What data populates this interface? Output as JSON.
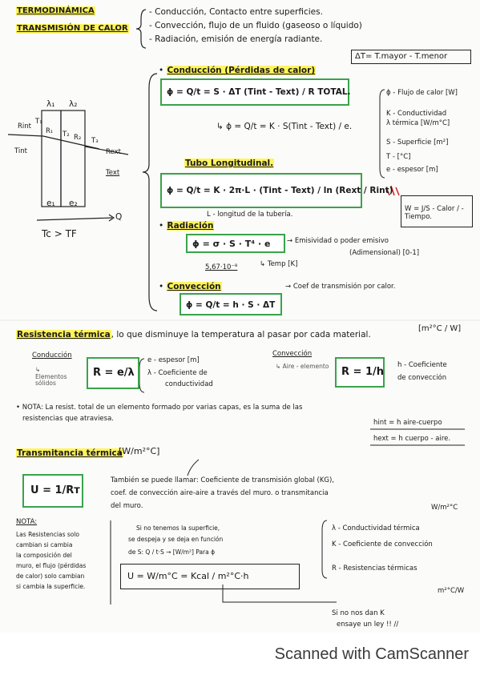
{
  "header": {
    "title1": "TERMODINÁMICA",
    "title2": "TRANSMISIÓN DE CALOR",
    "modes": [
      "- Conducción, Contacto entre superficies.",
      "- Convección, flujo de un fluido (gaseoso o líquido)",
      "- Radiación, emisión de energía radiante."
    ],
    "delta_t": "ΔT= T.mayor - T.menor"
  },
  "diagram": {
    "lambda1": "λ₁",
    "lambda2": "λ₂",
    "rint": "Rint",
    "t1": "T₁",
    "r1": "R₁",
    "t2": "T₂",
    "r2": "R₂",
    "t3": "T₃",
    "rext": "Rext",
    "tint": "Tint",
    "text": "Text",
    "e1": "e₁",
    "e2": "e₂",
    "q": "Q",
    "tc_tf": "Tc > TF"
  },
  "conduccion": {
    "heading": "Conducción (Pérdidas de calor)",
    "formula": "ϕ = Q/t = S · ΔT (Tint - Text) / R TOTAL.",
    "formula2": "↳ ϕ = Q/t = K · S(Tint - Text) / e.",
    "legend": [
      "ϕ - Flujo de calor [W]",
      "K - Conductividad",
      "λ térmica [W/m°C]",
      "S - Superficie [m²]",
      "T - [°C]",
      "e - espesor [m]"
    ],
    "tubo_heading": "Tubo Longitudinal.",
    "tubo_formula": "ϕ = Q/t = K · 2π·L · (Tint - Text) / ln (Rext / Rint)",
    "tubo_note": "L - longitud de la tubería.",
    "watt_box": "W = J/S - Calor / - Tiempo."
  },
  "radiacion": {
    "heading": "Radiación",
    "formula": "ϕ = σ · S · T⁴ · e",
    "emisividad": "→ Emisividad o poder emisivo",
    "emis_range": "(Adimensional) [0-1]",
    "sigma_value": "5,67·10⁻⁸",
    "temp_note": "↳ Temp [K]"
  },
  "conveccion": {
    "heading": "Convección",
    "formula": "ϕ = Q/t = h · S · ΔT",
    "note": "→ Coef de transmisión por calor."
  },
  "resistencia": {
    "heading": "Resistencia térmica",
    "desc": ", lo que disminuye la temperatura al pasar por cada material.",
    "unit": "[m²°C / W]",
    "cond_label": "Conducción",
    "cond_sub": "↳ Elementos sólidos",
    "cond_formula": "R = e/λ",
    "cond_legend": [
      "e - espesor [m]",
      "λ - Coeficiente de",
      "conductividad"
    ],
    "conv_label": "Convección",
    "conv_sub": "↳ Aire - elemento",
    "conv_formula": "R = 1/h",
    "conv_legend": [
      "h - Coeficiente",
      "de convección"
    ],
    "nota": "• NOTA: La resist. total de un elemento formado por varias capas, es la suma de las",
    "nota2": "resistencias que atraviesa.",
    "hint": "hint = h aire-cuerpo",
    "hext": "hext = h cuerpo - aire."
  },
  "transmitancia": {
    "heading": "Transmitancia térmica",
    "unit": "[W/m²°C]",
    "formula": "U = 1/Rт",
    "desc1": "También se puede llamar: Coeficiente de transmisión global (KG),",
    "desc2": "coef. de convección aire-aire a través del muro. o transmitancia",
    "desc3": "del muro.",
    "unit_right": "W/m²°C",
    "nota_heading": "NOTA:",
    "nota_lines": [
      "Las Resistencias solo",
      "cambian si cambia",
      "la composición del",
      "muro, el flujo (pérdidas",
      "de calor) solo cambian",
      "si cambia la superficie."
    ],
    "mid_lines": [
      "Si no tenemos la superficie,",
      "se despeja y se deja en función",
      "de S:  Q / t·S  → [W/m²]  Para ϕ"
    ],
    "u_formula": "U = W/m°C = Kcal / m²°C·h",
    "legend": [
      "λ - Conductividad térmica",
      "K - Coeficiente de convección",
      "R - Resistencias térmicas"
    ],
    "unit_bottom": "m²°C/W",
    "bottom_text": "Si no nos dan K",
    "bottom_text2": "ensaye un ley !! //"
  },
  "footer": {
    "label": "Scanned with CamScanner"
  },
  "colors": {
    "highlight": "#fff45c",
    "box_green": "#3aa34a",
    "ink": "#1a1a1a",
    "alert_red": "#d01818"
  }
}
